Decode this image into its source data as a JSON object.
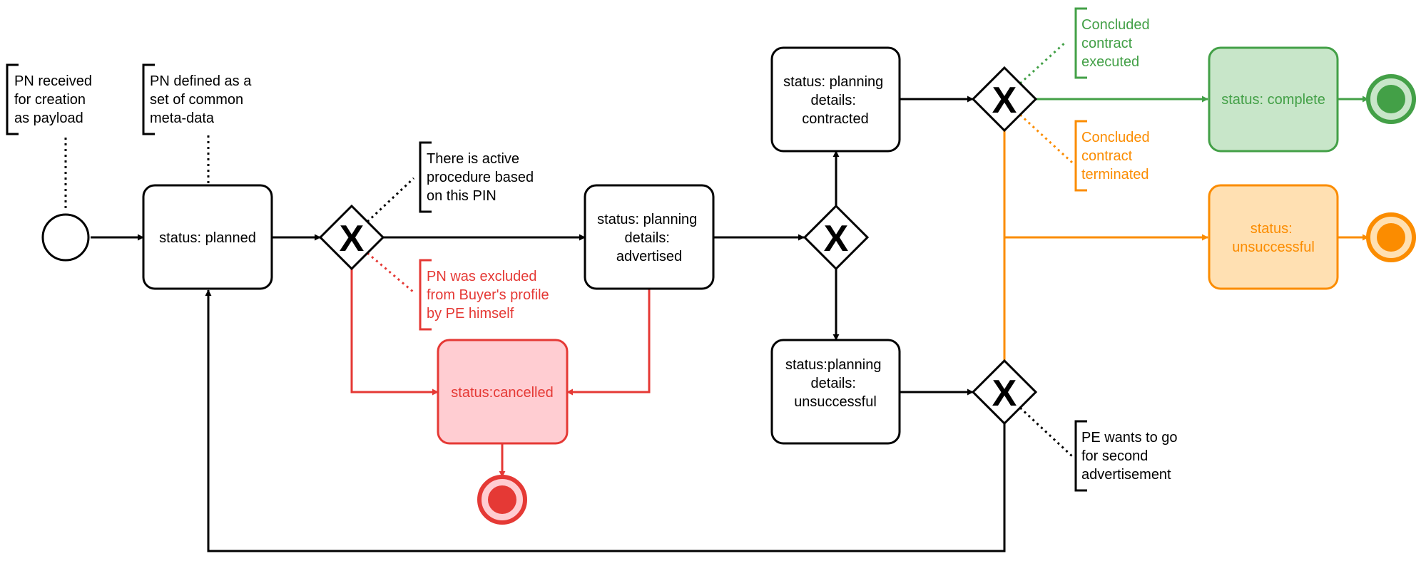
{
  "colors": {
    "black": "#000000",
    "red": "#e53935",
    "red_fill": "#ffcdd2",
    "green": "#43a047",
    "green_fill": "#c8e6c9",
    "orange": "#fb8c00",
    "orange_fill": "#ffe0b2"
  },
  "annotations": {
    "pn_received": [
      "PN received",
      "for creation",
      "as payload"
    ],
    "pn_defined": [
      "PN defined as a",
      "set of common",
      "meta-data"
    ],
    "active_procedure": [
      "There is active",
      "procedure based",
      "on this PIN"
    ],
    "pn_excluded": [
      "PN was excluded",
      "from Buyer's profile",
      "by PE himself"
    ],
    "concluded_executed": [
      "Concluded",
      "contract",
      "executed"
    ],
    "concluded_terminated": [
      "Concluded",
      "contract",
      "terminated"
    ],
    "second_advertisement": [
      "PE wants to go",
      "for second",
      "advertisement"
    ]
  },
  "tasks": {
    "planned": [
      "status: planned"
    ],
    "advertised": [
      "status: planning",
      "details:",
      "advertised"
    ],
    "cancelled": [
      "status:cancelled"
    ],
    "contracted": [
      "status: planning",
      "details:",
      "contracted"
    ],
    "unsuccessful_details": [
      "status:planning",
      "details:",
      "unsuccessful"
    ],
    "complete": [
      "status: complete"
    ],
    "unsuccessful": [
      "status:",
      "unsuccessful"
    ]
  },
  "gateway_marker": "X"
}
